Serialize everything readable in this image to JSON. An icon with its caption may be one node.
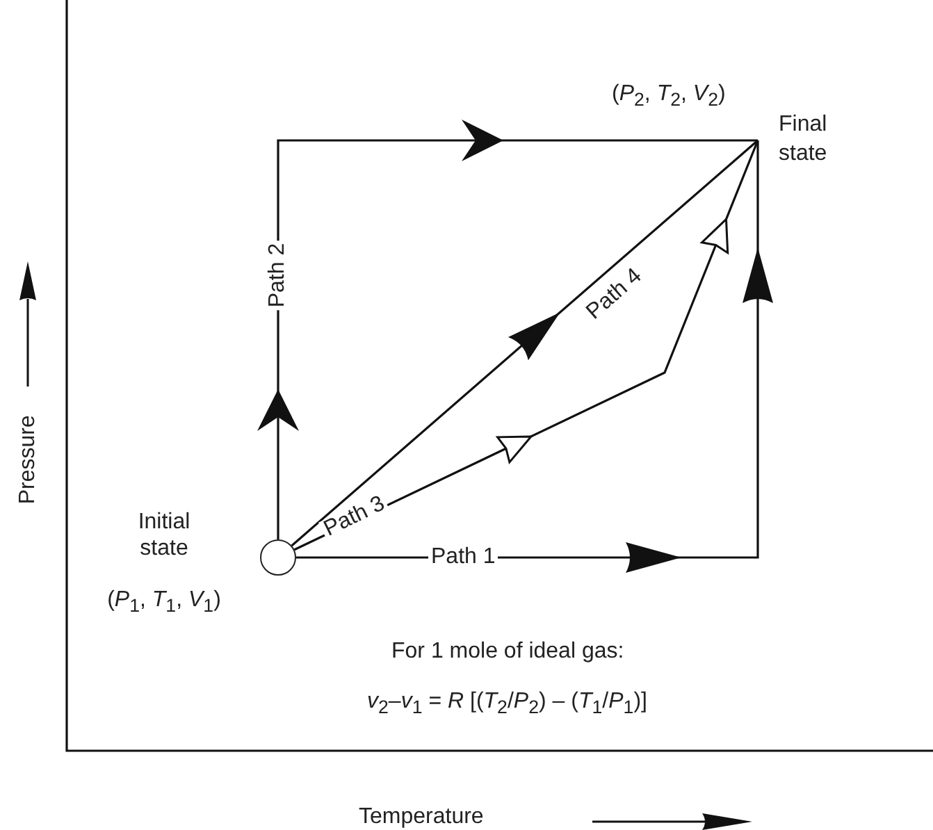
{
  "diagram": {
    "nodes": [
      {
        "text": [],
        "shape": "circle",
        "beside": [
          "Initial state",
          "(*P*$_{1}$, *T*$_{1}$, *V*$_{1}$)"
        ]
      },
      {
        "text": [
          "Final state"
        ],
        "beside": [
          "(*P*$_{2}$, *T*$_{2}$, *V*$_{2}$)"
        ]
      }
    ],
    "edges": [
      {
        "from": 0,
        "to": 1,
        "arrow": "to",
        "label": "Path 1"
      },
      {
        "from": 0,
        "to": 1,
        "arrow": "to",
        "label": "Path 2"
      },
      {
        "from": 0,
        "to": 1,
        "arrow": "to",
        "label": "Path 3"
      },
      {
        "from": 0,
        "to": 1,
        "arrow": "to",
        "label": "Path 4"
      }
    ],
    "labels": [
      "Pressure",
      "For 1 mole of ideal gas:",
      "*v*$_{2}$–*v*$_{1}$ = *R* [(*T*$_{2}$/*P*$_{2}$) – (*T*$_{1}$/*P*$_{1}$)]",
      "Temperature"
    ]
  }
}
